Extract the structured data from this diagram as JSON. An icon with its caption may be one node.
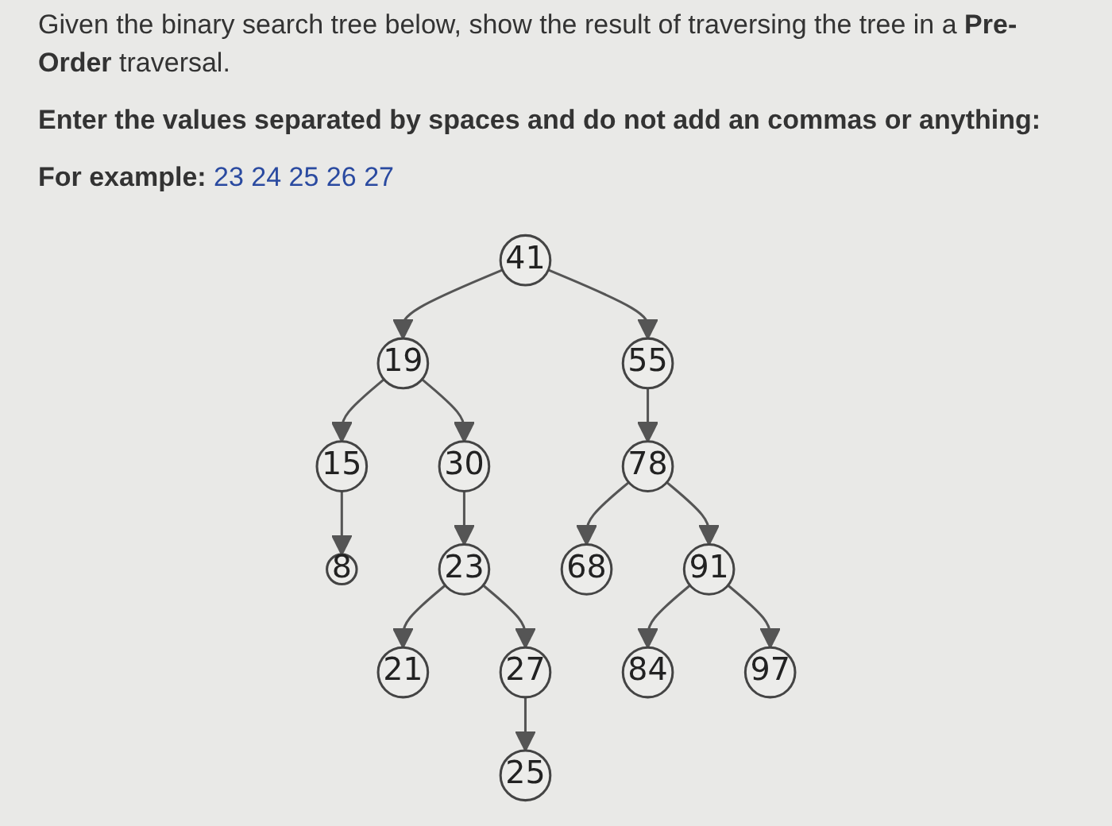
{
  "diagram": {
    "nodes": [
      {
        "text": [
          "41"
        ]
      },
      {
        "text": [
          "19"
        ]
      },
      {
        "text": [
          "55"
        ]
      },
      {
        "text": [
          "15"
        ]
      },
      {
        "text": [
          "30"
        ]
      },
      {
        "text": [
          "78"
        ]
      },
      {
        "text": [
          "8"
        ]
      },
      {
        "text": [
          "23"
        ]
      },
      {
        "text": [
          "68"
        ]
      },
      {
        "text": [
          "91"
        ]
      },
      {
        "text": [
          "21"
        ]
      },
      {
        "text": [
          "27"
        ]
      },
      {
        "text": [
          "84"
        ]
      },
      {
        "text": [
          "97"
        ]
      },
      {
        "text": [
          "25"
        ]
      }
    ],
    "edges": [
      {
        "from": 0,
        "to": 1,
        "arrow": "to"
      },
      {
        "from": 0,
        "to": 2,
        "arrow": "to"
      },
      {
        "from": 1,
        "to": 3,
        "arrow": "to"
      },
      {
        "from": 1,
        "to": 4,
        "arrow": "to"
      },
      {
        "from": 2,
        "to": 5,
        "arrow": "to"
      },
      {
        "from": 3,
        "to": 6,
        "arrow": "to"
      },
      {
        "from": 4,
        "to": 7,
        "arrow": "to"
      },
      {
        "from": 5,
        "to": 8,
        "arrow": "to"
      },
      {
        "from": 5,
        "to": 9,
        "arrow": "to"
      },
      {
        "from": 7,
        "to": 10,
        "arrow": "to"
      },
      {
        "from": 7,
        "to": 11,
        "arrow": "to"
      },
      {
        "from": 9,
        "to": 12,
        "arrow": "to"
      },
      {
        "from": 9,
        "to": 13,
        "arrow": "to"
      },
      {
        "from": 11,
        "to": 14,
        "arrow": "to"
      }
    ],
    "labels": [
      "Given the binary search tree below, show the result of traversing the tree in a **Pre-Order** traversal.",
      "Enter the values separated by spaces and do not add an commas or anything:",
      "**For example:** 23 24 25 26 27"
    ]
  }
}
